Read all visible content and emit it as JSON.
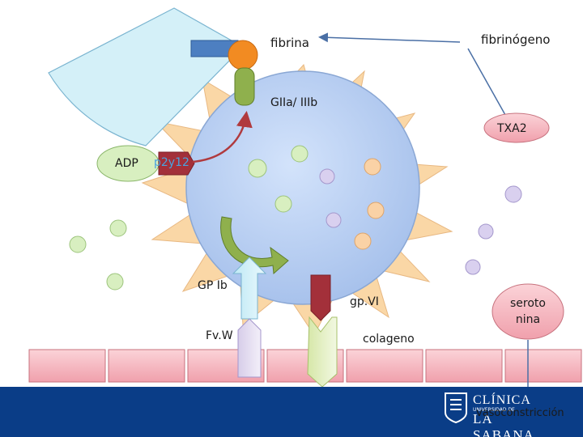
{
  "labels": {
    "fibrina": "fibrina",
    "fibrinogeno": "fibrinógeno",
    "gpIIb": "GIIa/ IIIb",
    "txa2": "TXA2",
    "adp": "ADP",
    "p2y12": "p2y12",
    "gpIb": "GP Ib",
    "fvw": "Fv.W",
    "gpVI": "gp.VI",
    "colageno": "colageno",
    "serotonina_line1": "seroto",
    "serotonina_line2": "nina",
    "vasoconstriccion": "vasoconstricción"
  },
  "logo": {
    "line1": "CLÍNICA",
    "line2": "UNIVERSIDAD DE",
    "line3": "LA SABANA"
  },
  "colors": {
    "platelet_body": "#b8cff0",
    "star": "#fad7a6",
    "green_particle": "#d8efc0",
    "purple_particle": "#d9d0ef",
    "orange_particle": "#fad2a6",
    "endothelium": "#f4aeb8",
    "footer": "#0a3d87",
    "receptor_red": "#a3303a",
    "gp_green": "#8fb04d",
    "orange_ligand": "#f28b22"
  }
}
